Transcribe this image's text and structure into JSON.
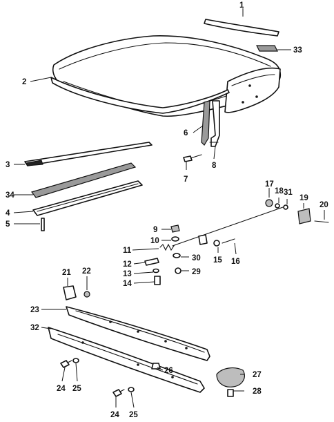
{
  "callouts": [
    {
      "id": "c1",
      "num": "1"
    },
    {
      "id": "c2",
      "num": "2"
    },
    {
      "id": "c3",
      "num": "3"
    },
    {
      "id": "c4",
      "num": "4"
    },
    {
      "id": "c5",
      "num": "5"
    },
    {
      "id": "c6",
      "num": "6"
    },
    {
      "id": "c7",
      "num": "7"
    },
    {
      "id": "c8",
      "num": "8"
    },
    {
      "id": "c9",
      "num": "9"
    },
    {
      "id": "c10",
      "num": "10"
    },
    {
      "id": "c11",
      "num": "11"
    },
    {
      "id": "c12",
      "num": "12"
    },
    {
      "id": "c13",
      "num": "13"
    },
    {
      "id": "c14",
      "num": "14"
    },
    {
      "id": "c15",
      "num": "15"
    },
    {
      "id": "c16",
      "num": "16"
    },
    {
      "id": "c17",
      "num": "17"
    },
    {
      "id": "c18",
      "num": "18"
    },
    {
      "id": "c19",
      "num": "19"
    },
    {
      "id": "c20",
      "num": "20"
    },
    {
      "id": "c21",
      "num": "21"
    },
    {
      "id": "c22",
      "num": "22"
    },
    {
      "id": "c23",
      "num": "23"
    },
    {
      "id": "c24a",
      "num": "24"
    },
    {
      "id": "c24b",
      "num": "24"
    },
    {
      "id": "c25a",
      "num": "25"
    },
    {
      "id": "c25b",
      "num": "25"
    },
    {
      "id": "c26",
      "num": "26"
    },
    {
      "id": "c27",
      "num": "27"
    },
    {
      "id": "c28",
      "num": "28"
    },
    {
      "id": "c29",
      "num": "29"
    },
    {
      "id": "c30",
      "num": "30"
    },
    {
      "id": "c31",
      "num": "31"
    },
    {
      "id": "c32",
      "num": "32"
    },
    {
      "id": "c33",
      "num": "33"
    },
    {
      "id": "c34",
      "num": "34"
    }
  ]
}
